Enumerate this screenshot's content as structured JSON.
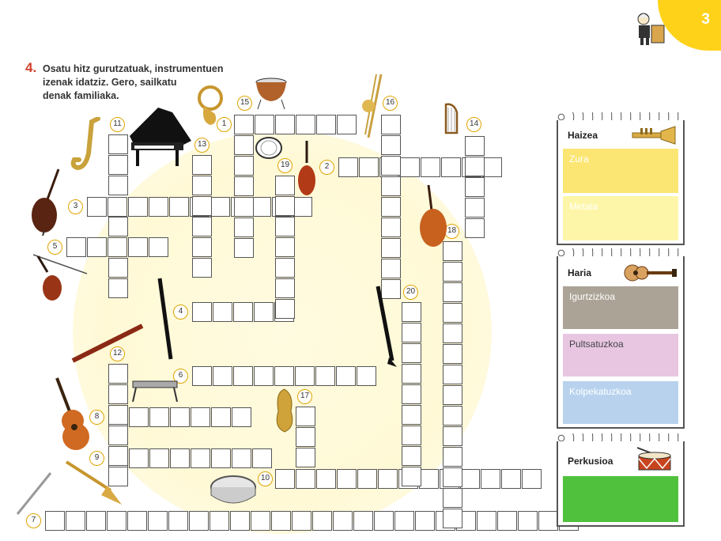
{
  "page": {
    "number": "3"
  },
  "exercise": {
    "number": "4.",
    "line1": "Osatu hitz gurutzatuak, instrumentuen",
    "line2": "izenak idatziz. Gero, sailkatu",
    "line3": "denak familiaka."
  },
  "clues": [
    "1",
    "2",
    "3",
    "4",
    "5",
    "6",
    "7",
    "8",
    "9",
    "10",
    "11",
    "12",
    "13",
    "14",
    "15",
    "16",
    "17",
    "18",
    "19",
    "20"
  ],
  "families": {
    "haizea": {
      "title": "Haizea",
      "sub": [
        "Zura",
        "Metala"
      ]
    },
    "haria": {
      "title": "Haria",
      "sub": [
        "Igurtzizkoa",
        "Pultsatuzkoa",
        "Kolpekatuzkoa"
      ]
    },
    "perkusioa": {
      "title": "Perkusioa"
    }
  },
  "colors": {
    "accent": "#ffd21a",
    "wood": "#fbe673",
    "metal": "#fdf6a8",
    "bowed": "#aba396",
    "plucked": "#e8c6e2",
    "struck": "#b8d2ee",
    "percussion": "#50c13d"
  },
  "icons": [
    "composer-icon",
    "piano-icon",
    "saxophone-icon",
    "double-bass-icon",
    "violin-icon",
    "horn-icon",
    "timpani-icon",
    "trombone-icon",
    "harp-icon",
    "cello-icon",
    "oboe-icon",
    "clarinet-icon",
    "bassoon-icon",
    "xylophone-icon",
    "guitar-icon",
    "tuba-icon",
    "trumpet-icon",
    "flute-icon",
    "tambourine-icon",
    "drum-icon"
  ]
}
